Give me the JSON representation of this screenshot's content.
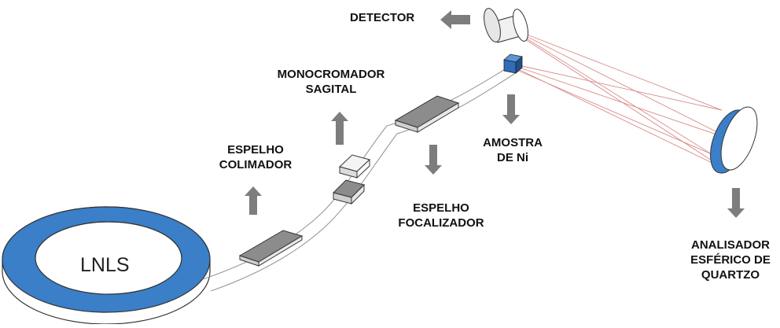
{
  "labels": {
    "ring": "LNLS",
    "detector": "DETECTOR",
    "monochromator_line1": "MONOCROMADOR",
    "monochromator_line2": "SAGITAL",
    "collimating_mirror_line1": "ESPELHO",
    "collimating_mirror_line2": "COLIMADOR",
    "sample_line1": "AMOSTRA",
    "sample_line2": "DE Ni",
    "focusing_mirror_line1": "ESPELHO",
    "focusing_mirror_line2": "FOCALIZADOR",
    "analyzer_line1": "ANALISADOR",
    "analyzer_line2": "ESFÉRICO DE",
    "analyzer_line3": "QUARTZO"
  },
  "colors": {
    "ring_blue": "#3a7fc8",
    "arrow_gray": "#7d7d7d",
    "optic_gray": "#8c8c8c",
    "beam_line": "#9a9a9a",
    "ray_red": "#d98b8b",
    "sample_blue": "#2e6db8",
    "outline": "#333333"
  }
}
